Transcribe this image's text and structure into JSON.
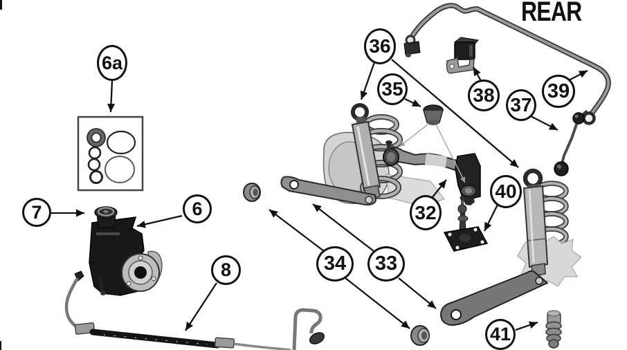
{
  "header": {
    "label": "REAR"
  },
  "colors": {
    "line": "#111111",
    "callout_border": "#111111",
    "part_dark": "#1e1e1e",
    "part_mid": "#8a8a8a",
    "part_light": "#d6d6d6",
    "background": "#ffffff"
  },
  "callouts": [
    {
      "id": "6a",
      "label": "6a"
    },
    {
      "id": "7",
      "label": "7"
    },
    {
      "id": "6",
      "label": "6"
    },
    {
      "id": "8",
      "label": "8"
    },
    {
      "id": "32",
      "label": "32"
    },
    {
      "id": "33",
      "label": "33"
    },
    {
      "id": "34",
      "label": "34"
    },
    {
      "id": "35",
      "label": "35"
    },
    {
      "id": "36",
      "label": "36"
    },
    {
      "id": "37",
      "label": "37"
    },
    {
      "id": "38",
      "label": "38"
    },
    {
      "id": "39",
      "label": "39"
    },
    {
      "id": "40",
      "label": "40"
    },
    {
      "id": "41",
      "label": "41"
    }
  ]
}
